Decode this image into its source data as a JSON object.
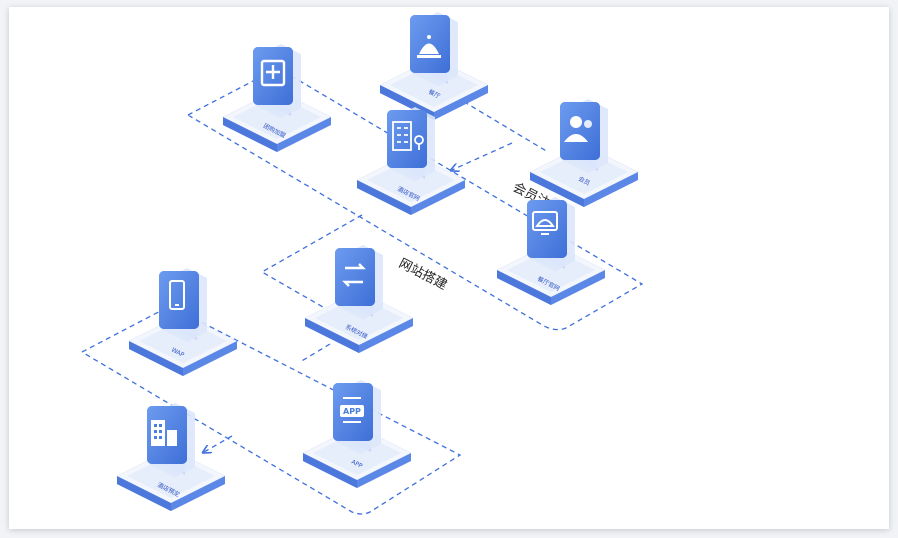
{
  "colors": {
    "accent": "#4a7fe0",
    "accent_dark": "#3565cc",
    "tile_top": "#f4f7fd",
    "tile_side": "#5b87e6",
    "dash": "#3d6fdc"
  },
  "captions": {
    "member_registration": "会员注册",
    "website_building": "网站搭建"
  },
  "nodes": [
    {
      "id": "group_booking",
      "label": "团购加盟",
      "icon": "ticket-icon"
    },
    {
      "id": "restaurant",
      "label": "餐厅",
      "icon": "cloche-icon"
    },
    {
      "id": "member",
      "label": "会员",
      "icon": "users-icon"
    },
    {
      "id": "hotel_site",
      "label": "酒店官网",
      "icon": "hotel-icon"
    },
    {
      "id": "restaurant_site",
      "label": "餐厅官网",
      "icon": "monitor-cloche-icon"
    },
    {
      "id": "system_sync",
      "label": "系统对接",
      "icon": "sync-arrows-icon"
    },
    {
      "id": "wap",
      "label": "WAP",
      "icon": "phone-icon"
    },
    {
      "id": "app",
      "label": "APP",
      "icon": "app-icon"
    },
    {
      "id": "hotel_booking",
      "label": "酒店预定",
      "icon": "building-icon"
    }
  ]
}
